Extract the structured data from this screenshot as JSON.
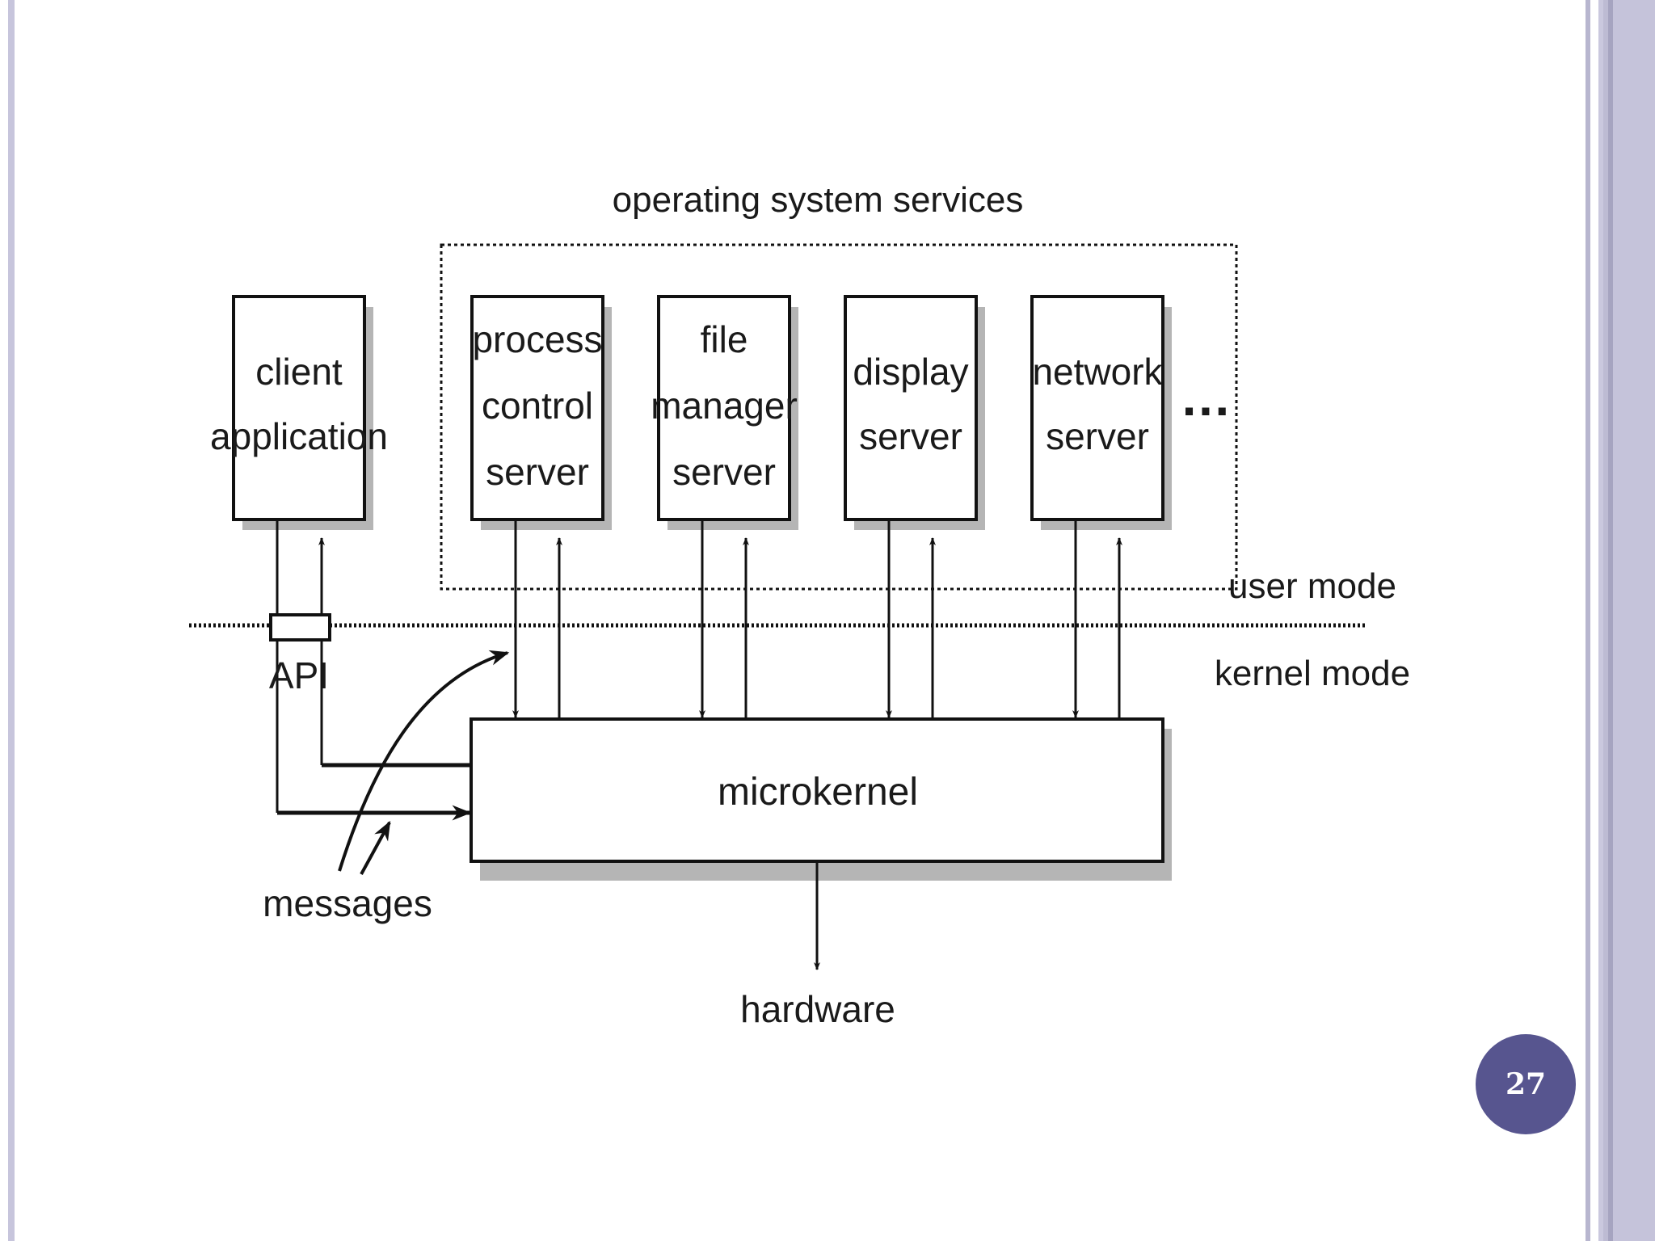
{
  "diagram": {
    "group_label": "operating system services",
    "client": [
      "client",
      "application"
    ],
    "services": [
      [
        "process",
        "control",
        "server"
      ],
      [
        "file",
        "manager",
        "server"
      ],
      [
        "display",
        "server"
      ],
      [
        "network",
        "server"
      ]
    ],
    "ellipsis": "…",
    "user_mode": "user mode",
    "kernel_mode": "kernel mode",
    "api": "API",
    "microkernel": "microkernel",
    "messages": "messages",
    "hardware": "hardware"
  },
  "page_number": "27"
}
